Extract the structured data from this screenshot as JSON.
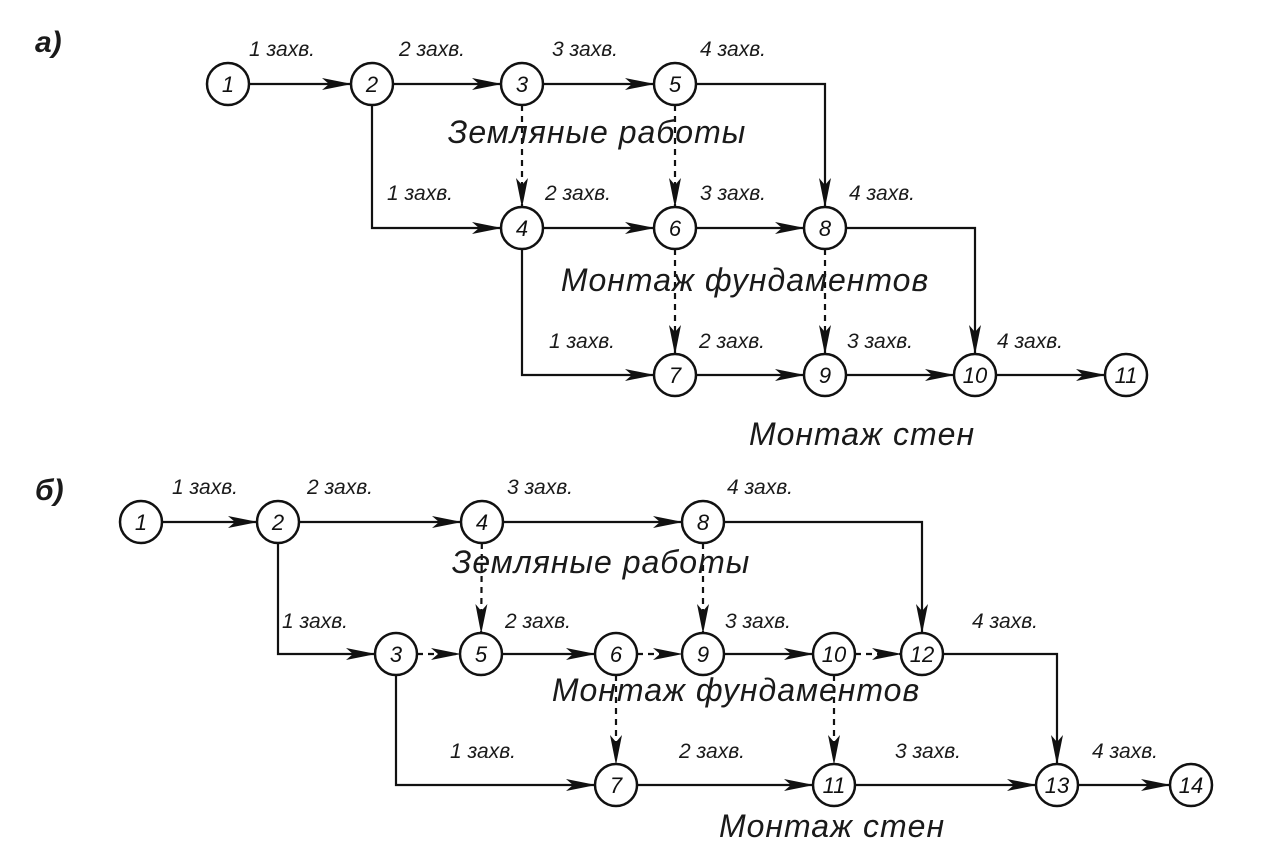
{
  "panels": [
    {
      "id": "a",
      "label": "а)",
      "nodes": [
        {
          "id": "1",
          "label": "1"
        },
        {
          "id": "2",
          "label": "2"
        },
        {
          "id": "3",
          "label": "3"
        },
        {
          "id": "5",
          "label": "5"
        },
        {
          "id": "4",
          "label": "4"
        },
        {
          "id": "6",
          "label": "6"
        },
        {
          "id": "8",
          "label": "8"
        },
        {
          "id": "7",
          "label": "7"
        },
        {
          "id": "9",
          "label": "9"
        },
        {
          "id": "10",
          "label": "10"
        },
        {
          "id": "11",
          "label": "11"
        }
      ],
      "edges": [
        {
          "from": "1",
          "to": "2",
          "label": "1 захв.",
          "style": "solid"
        },
        {
          "from": "2",
          "to": "3",
          "label": "2 захв.",
          "style": "solid"
        },
        {
          "from": "3",
          "to": "5",
          "label": "3 захв.",
          "style": "solid"
        },
        {
          "from": "5",
          "to": "8",
          "label": "4 захв.",
          "style": "solid"
        },
        {
          "from": "2",
          "to": "4",
          "label": "1 захв.",
          "style": "solid"
        },
        {
          "from": "4",
          "to": "6",
          "label": "2 захв.",
          "style": "solid"
        },
        {
          "from": "6",
          "to": "8",
          "label": "3 захв.",
          "style": "solid"
        },
        {
          "from": "8",
          "to": "10",
          "label": "4 захв.",
          "style": "solid"
        },
        {
          "from": "4",
          "to": "7",
          "label": "1 захв.",
          "style": "solid"
        },
        {
          "from": "7",
          "to": "9",
          "label": "2 захв.",
          "style": "solid"
        },
        {
          "from": "9",
          "to": "10",
          "label": "3 захв.",
          "style": "solid"
        },
        {
          "from": "10",
          "to": "11",
          "label": "4 захв.",
          "style": "solid"
        },
        {
          "from": "3",
          "to": "4",
          "label": "",
          "style": "dashed"
        },
        {
          "from": "5",
          "to": "6",
          "label": "",
          "style": "dashed"
        },
        {
          "from": "6",
          "to": "7",
          "label": "",
          "style": "dashed"
        },
        {
          "from": "8",
          "to": "9",
          "label": "",
          "style": "dashed"
        }
      ],
      "sections": [
        "Земляные работы",
        "Монтаж фундаментов",
        "Монтаж стен"
      ]
    },
    {
      "id": "b",
      "label": "б)",
      "nodes": [
        {
          "id": "1",
          "label": "1"
        },
        {
          "id": "2",
          "label": "2"
        },
        {
          "id": "4",
          "label": "4"
        },
        {
          "id": "8",
          "label": "8"
        },
        {
          "id": "3",
          "label": "3"
        },
        {
          "id": "5",
          "label": "5"
        },
        {
          "id": "6",
          "label": "6"
        },
        {
          "id": "9",
          "label": "9"
        },
        {
          "id": "10",
          "label": "10"
        },
        {
          "id": "12",
          "label": "12"
        },
        {
          "id": "7",
          "label": "7"
        },
        {
          "id": "11",
          "label": "11"
        },
        {
          "id": "13",
          "label": "13"
        },
        {
          "id": "14",
          "label": "14"
        }
      ],
      "edges": [
        {
          "from": "1",
          "to": "2",
          "label": "1 захв.",
          "style": "solid"
        },
        {
          "from": "2",
          "to": "4",
          "label": "2 захв.",
          "style": "solid"
        },
        {
          "from": "4",
          "to": "8",
          "label": "3 захв.",
          "style": "solid"
        },
        {
          "from": "8",
          "to": "12",
          "label": "4 захв.",
          "style": "solid"
        },
        {
          "from": "2",
          "to": "3",
          "label": "1 захв.",
          "style": "solid"
        },
        {
          "from": "3",
          "to": "5",
          "label": "",
          "style": "dashed"
        },
        {
          "from": "5",
          "to": "6",
          "label": "2 захв.",
          "style": "solid"
        },
        {
          "from": "6",
          "to": "9",
          "label": "",
          "style": "dashed"
        },
        {
          "from": "9",
          "to": "10",
          "label": "3 захв.",
          "style": "solid"
        },
        {
          "from": "10",
          "to": "12",
          "label": "",
          "style": "dashed"
        },
        {
          "from": "12",
          "to": "13",
          "label": "4 захв.",
          "style": "solid"
        },
        {
          "from": "3",
          "to": "7",
          "label": "1 захв.",
          "style": "solid"
        },
        {
          "from": "7",
          "to": "11",
          "label": "2 захв.",
          "style": "solid"
        },
        {
          "from": "11",
          "to": "13",
          "label": "3 захв.",
          "style": "solid"
        },
        {
          "from": "13",
          "to": "14",
          "label": "4 захв.",
          "style": "solid"
        },
        {
          "from": "4",
          "to": "5",
          "label": "",
          "style": "dashed"
        },
        {
          "from": "8",
          "to": "9",
          "label": "",
          "style": "dashed"
        },
        {
          "from": "6",
          "to": "7",
          "label": "",
          "style": "dashed"
        },
        {
          "from": "10",
          "to": "11",
          "label": "",
          "style": "dashed"
        }
      ],
      "sections": [
        "Земляные работы",
        "Монтаж фундаментов",
        "Монтаж стен"
      ]
    }
  ]
}
